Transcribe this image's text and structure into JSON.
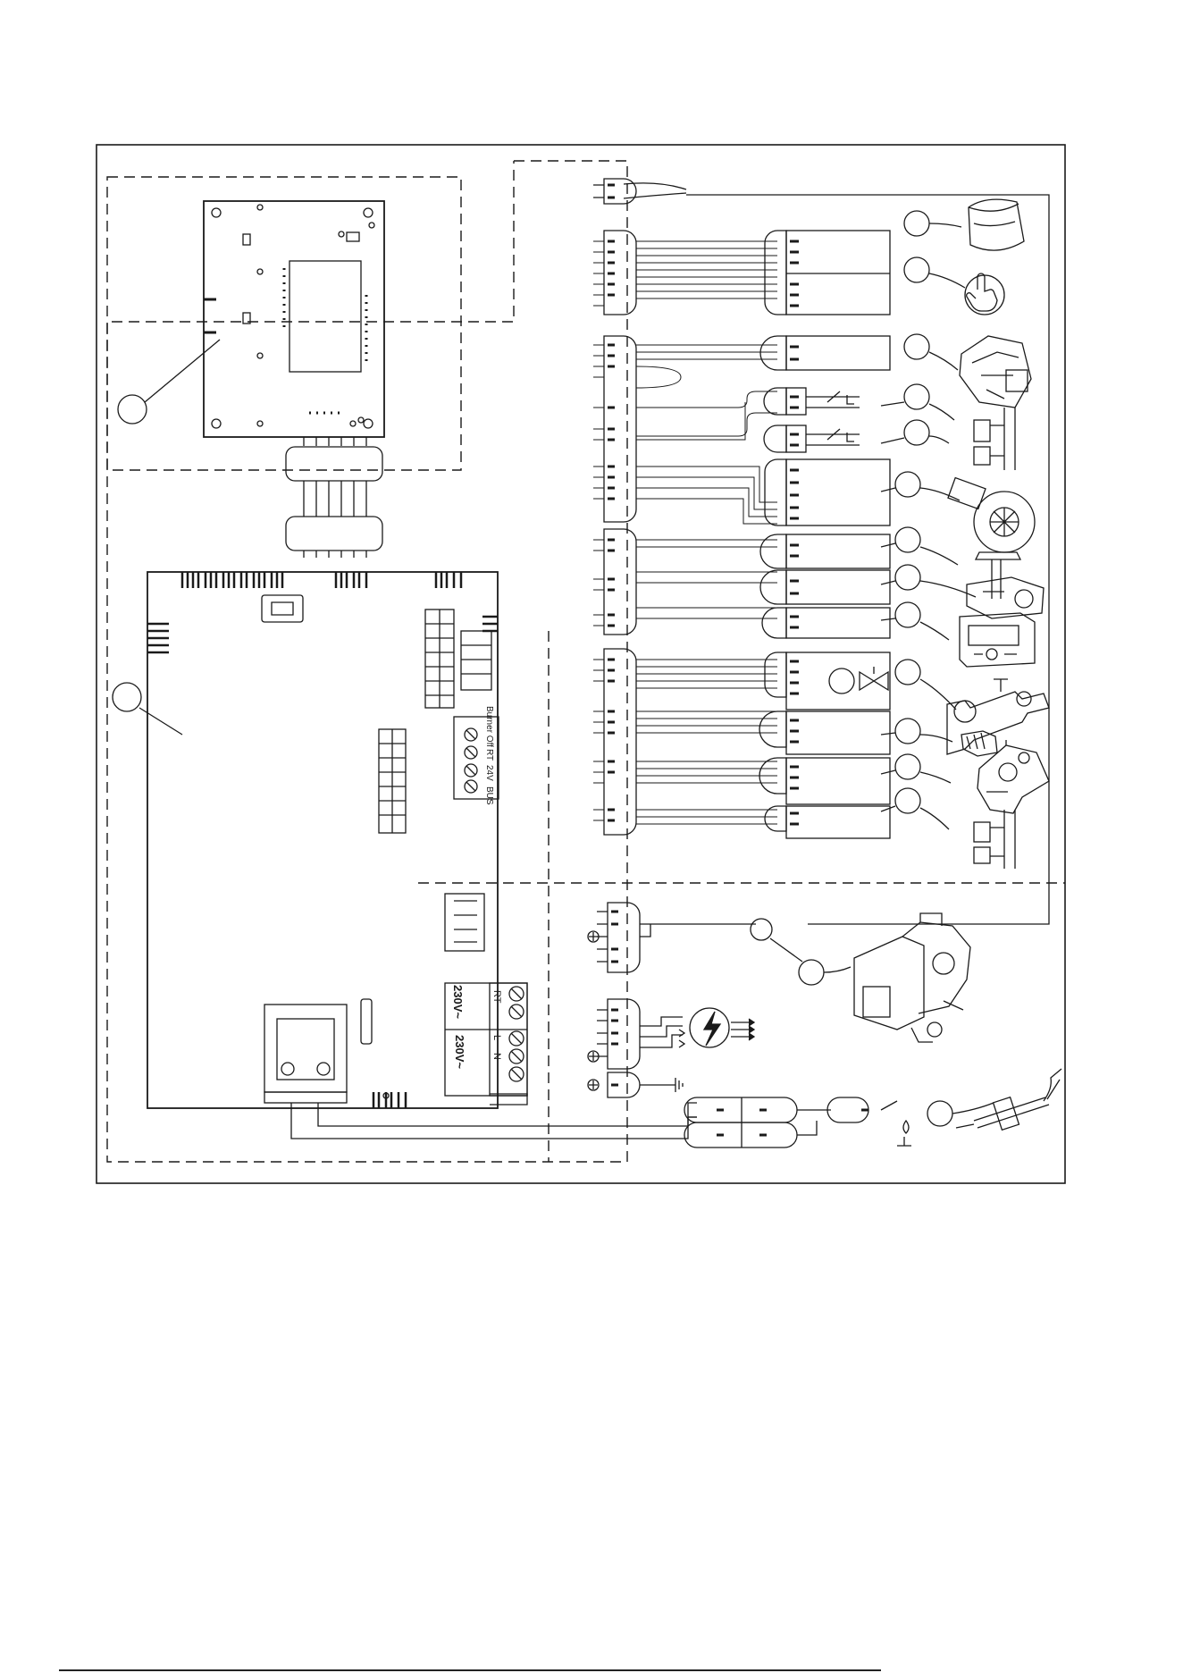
{
  "terminals_low": [
    "Burner Off",
    "RT",
    "24V",
    "BUS"
  ],
  "terminals_mains_a": {
    "voltage": "230V~",
    "labels": [
      "RT",
      "RT"
    ]
  },
  "terminals_mains_b": {
    "voltage": "230V~",
    "labels": [
      "L",
      "N"
    ]
  },
  "components": [
    {
      "id": "wireless-module",
      "icon": "receiver-box-icon"
    },
    {
      "id": "touch-button",
      "icon": "hand-touch-icon"
    },
    {
      "id": "gas-valve",
      "icon": "gas-valve-icon"
    },
    {
      "id": "flow-ntc",
      "icon": "pipe-clip-sensor-icon"
    },
    {
      "id": "return-ntc",
      "icon": "pipe-clip-sensor-icon"
    },
    {
      "id": "fan",
      "icon": "fan-blower-icon"
    },
    {
      "id": "flue-sensor",
      "icon": "probe-sensor-icon"
    },
    {
      "id": "pressure-sensor",
      "icon": "pressure-sensor-icon"
    },
    {
      "id": "control-display",
      "icon": "display-unit-icon"
    },
    {
      "id": "diverter-valve",
      "icon": "diverter-valve-icon"
    },
    {
      "id": "flow-meter",
      "icon": "flow-turbine-icon"
    },
    {
      "id": "hydro-block",
      "icon": "hydro-block-icon"
    },
    {
      "id": "dhw-ntc",
      "icon": "pipe-clip-sensor-icon"
    },
    {
      "id": "pump",
      "icon": "pump-icon"
    },
    {
      "id": "ignition-electrode",
      "icon": "electrode-icon"
    }
  ],
  "colors": {
    "line": "#1a1a1a",
    "background": "#ffffff"
  }
}
